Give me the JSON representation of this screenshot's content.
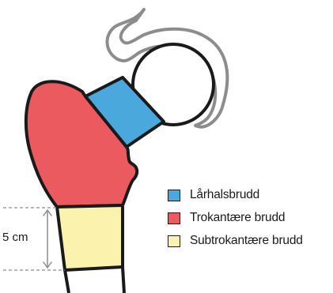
{
  "diagram": {
    "colors": {
      "neck": "#4aa8dd",
      "trochanteric": "#eb5a5e",
      "subtrochanteric": "#fbf3ad",
      "outline": "#1a1a1a",
      "acetabulum": "#8c8c8c",
      "dashed": "#8c8c8c"
    },
    "dimension_label": "5 cm",
    "legend": [
      {
        "label": "Lårhalsbrudd",
        "color": "#4aa8dd"
      },
      {
        "label": "Trokantære brudd",
        "color": "#eb5a5e"
      },
      {
        "label": "Subtrokantære brudd",
        "color": "#fbf3ad"
      }
    ]
  }
}
